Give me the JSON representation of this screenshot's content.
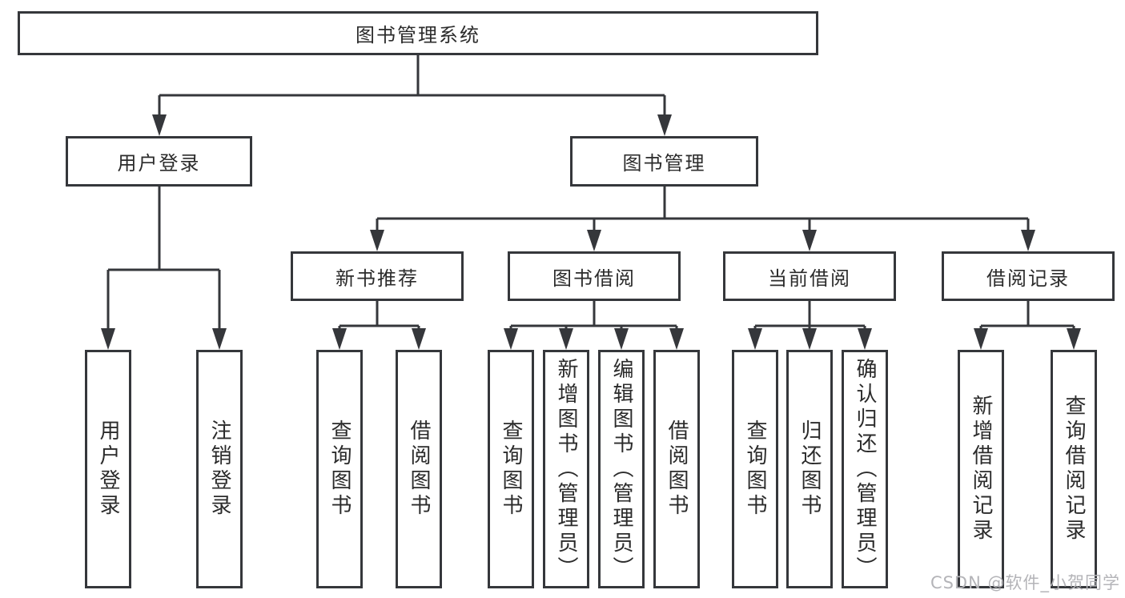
{
  "diagram": {
    "tree": {
      "label": "图书管理系统",
      "children": [
        {
          "label": "用户登录",
          "children": [
            {
              "label": "用户登录"
            },
            {
              "label": "注销登录"
            }
          ]
        },
        {
          "label": "图书管理",
          "children": [
            {
              "label": "新书推荐",
              "children": [
                {
                  "label": "查询图书"
                },
                {
                  "label": "借阅图书"
                }
              ]
            },
            {
              "label": "图书借阅",
              "children": [
                {
                  "label": "查询图书"
                },
                {
                  "label": "新增图书（管理员）"
                },
                {
                  "label": "编辑图书（管理员）"
                },
                {
                  "label": "借阅图书"
                }
              ]
            },
            {
              "label": "当前借阅",
              "children": [
                {
                  "label": "查询图书"
                },
                {
                  "label": "归还图书"
                },
                {
                  "label": "确认归还（管理员）"
                }
              ]
            },
            {
              "label": "借阅记录",
              "children": [
                {
                  "label": "新增借阅记录"
                },
                {
                  "label": "查询借阅记录"
                }
              ]
            }
          ]
        }
      ]
    }
  },
  "watermark": {
    "text": "CSDN @软件_小贺同学"
  },
  "colors": {
    "line": "#35373b",
    "box_border": "#35373b",
    "text": "#2b2b2b",
    "watermark": "#b4b4b8",
    "background": "#ffffff"
  }
}
